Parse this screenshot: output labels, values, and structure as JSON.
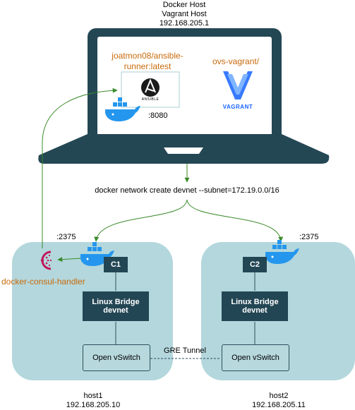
{
  "top_label": {
    "line1": "Docker Host",
    "line2": "Vagrant Host",
    "line3": "192.168.205.1"
  },
  "laptop": {
    "ansible_image_line1": "joatmon08/ansible-",
    "ansible_image_line2": "runner:latest",
    "ansible_logo_text": "ANSIBLE",
    "ansible_logo_letter": "A",
    "port_label": ":8080",
    "ovs_label": "ovs-vagrant/",
    "vagrant_text": "VAGRANT"
  },
  "network_command": "docker network create devnet --subnet=172.19.0.0/16",
  "host1": {
    "port": ":2375",
    "container": "C1",
    "bridge_line1": "Linux Bridge",
    "bridge_line2": "devnet",
    "switch": "Open vSwitch",
    "name": "host1",
    "ip": "192.168.205.10"
  },
  "host2": {
    "port": ":2375",
    "container": "C2",
    "bridge_line1": "Linux Bridge",
    "bridge_line2": "devnet",
    "switch": "Open vSwitch",
    "name": "host2",
    "ip": "192.168.205.11"
  },
  "consul_handler_label": "docker-consul-handler",
  "gre_tunnel_label": "GRE Tunnel",
  "colors": {
    "orange": "#c96a0c",
    "laptop_dark": "#244754",
    "host_bg": "#b3d7dc",
    "arrow_green": "#3a8a2a",
    "docker_blue": "#2496ed",
    "consul_purple": "#c2185b"
  }
}
